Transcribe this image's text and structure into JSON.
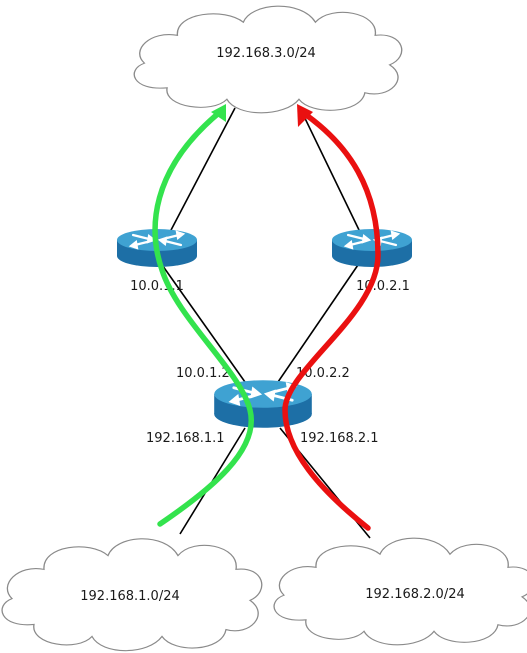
{
  "networks": {
    "top": "192.168.3.0/24",
    "left": "192.168.1.0/24",
    "right": "192.168.2.0/24"
  },
  "routers": {
    "left": {
      "ip_label": "10.0.1.1"
    },
    "right": {
      "ip_label": "10.0.2.1"
    },
    "center": {
      "uplink_left": "10.0.1.2",
      "uplink_right": "10.0.2.2",
      "lan_left": "192.168.1.1",
      "lan_right": "192.168.2.1"
    }
  },
  "colors": {
    "path_a": "#33e34d",
    "path_b": "#ea1010",
    "router_top": "#3fa2d2",
    "router_body": "#1d6fa6",
    "cloud_fill": "#ffffff",
    "cloud_stroke": "#8a8a8a",
    "link": "#000000"
  },
  "icons": {
    "router": "router-icon",
    "network": "cloud-icon"
  }
}
